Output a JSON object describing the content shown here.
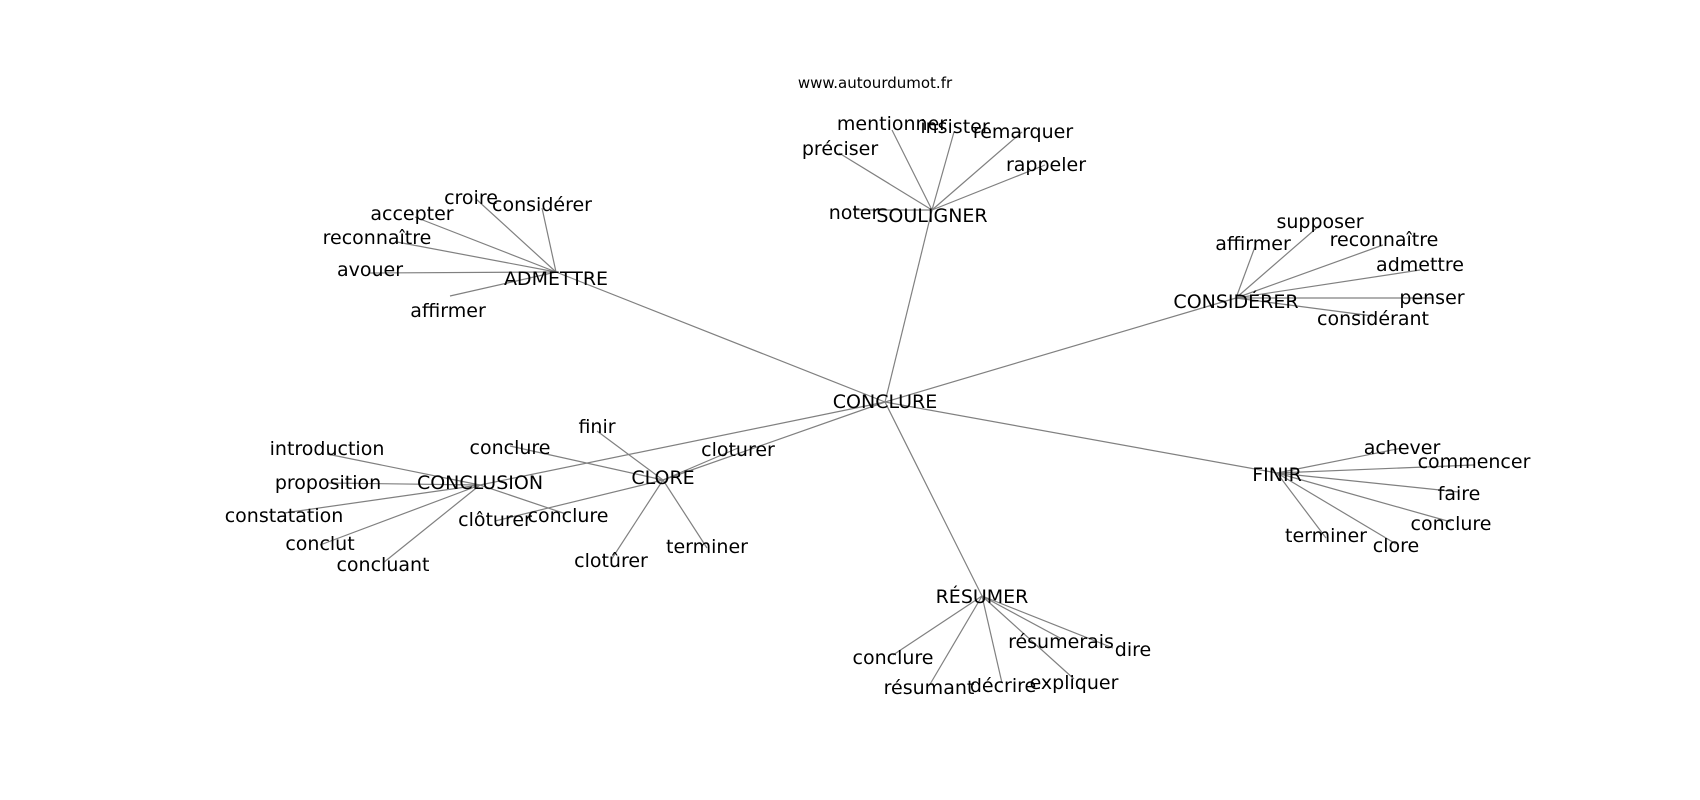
{
  "site": "www.autourdumot.fr",
  "center": "CONCLURE",
  "groups": {
    "souligner": {
      "label": "SOULIGNER",
      "words": [
        "mentionner",
        "insister",
        "remarquer",
        "préciser",
        "rappeler",
        "noter"
      ]
    },
    "admettre": {
      "label": "ADMETTRE",
      "words": [
        "croire",
        "considérer",
        "accepter",
        "reconnaître",
        "avouer",
        "affirmer"
      ]
    },
    "considerer": {
      "label": "CONSIDÉRER",
      "words": [
        "supposer",
        "affirmer",
        "reconnaître",
        "admettre",
        "penser",
        "considérant"
      ]
    },
    "conclusion": {
      "label": "CONCLUSION",
      "words": [
        "introduction",
        "proposition",
        "constatation",
        "conclut",
        "concluant",
        "conclure"
      ]
    },
    "clore": {
      "label": "CLORE",
      "words": [
        "finir",
        "cloturer",
        "conclure",
        "clôturer",
        "terminer",
        "clotûrer"
      ]
    },
    "finir": {
      "label": "FINIR",
      "words": [
        "achever",
        "commencer",
        "faire",
        "conclure",
        "terminer",
        "clore"
      ]
    },
    "resumer": {
      "label": "RÉSUMER",
      "words": [
        "conclure",
        "résumant",
        "décrire",
        "expliquer",
        "résumerais",
        "dire"
      ]
    }
  }
}
